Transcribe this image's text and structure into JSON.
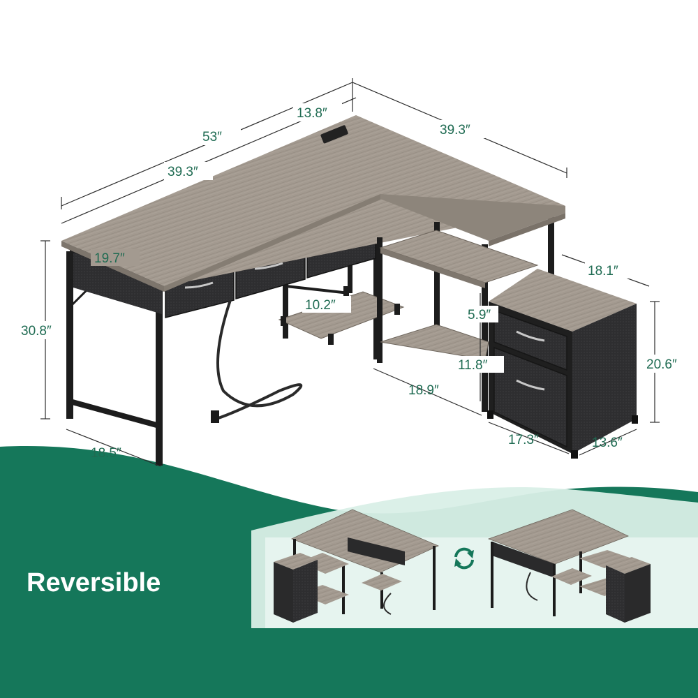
{
  "title_badge": "Reversible",
  "dimensions": {
    "top_total_length": "53″",
    "corner_depth": "13.8″",
    "left_desk_length": "39.3″",
    "right_desk_length": "39.3″",
    "desk_depth": "19.7″",
    "desk_height": "30.8″",
    "leg_depth": "18.5″",
    "cpu_stand_width": "10.2″",
    "shelf_gap": "5.9″",
    "shelf_lower_gap": "11.8″",
    "shelf_width": "18.9″",
    "cabinet_width": "18.1″",
    "cabinet_height": "20.6″",
    "cabinet_front_width": "17.3″",
    "cabinet_depth": "13.6″"
  },
  "colors": {
    "accent_green": "#15775a",
    "light_green": "#d9efe7",
    "wood": "#a59c92",
    "wood_dark": "#8d857b",
    "metal": "#1c1c1c",
    "fabric": "#2d2d2e"
  },
  "icons": {
    "swap": "rotate-arrows-icon"
  }
}
